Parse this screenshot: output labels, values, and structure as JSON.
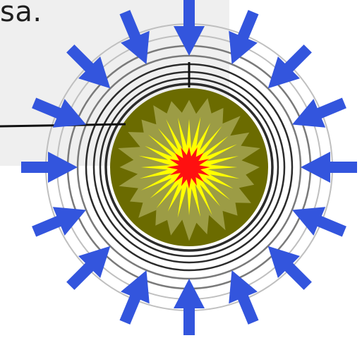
{
  "caption_fragment": "sa.",
  "figure": {
    "arrow_count": 16,
    "ring_count": 8,
    "colors": {
      "panel": "#efefef",
      "arrow": "#3355dd",
      "ring_dark": "#2b2b2b",
      "ring_light": "#bfbfbf",
      "core": "#6b6b00",
      "inner_star": "#9c9c45",
      "burst": "#ffff00",
      "center": "#ff1010",
      "leader_line": "#111111"
    }
  }
}
